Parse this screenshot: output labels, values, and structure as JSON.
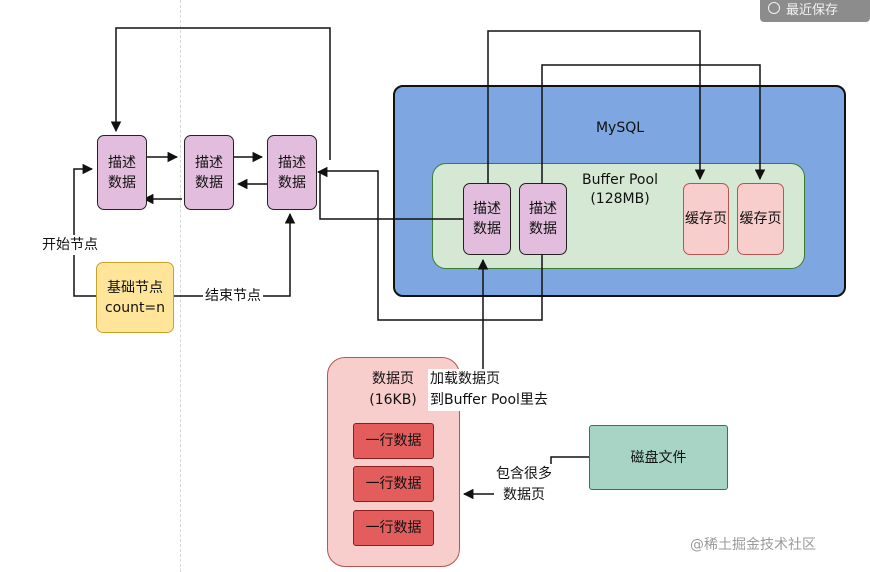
{
  "toolbar": {
    "save_label": "最近保存"
  },
  "list": {
    "node_labels": [
      "描述\n数据",
      "描述\n数据",
      "描述\n数据"
    ],
    "base_node": "基础节点\ncount=n",
    "start_label": "开始节点",
    "end_label": "结束节点"
  },
  "mysql": {
    "title": "MySQL",
    "pool_title": "Buffer Pool\n(128MB)",
    "desc_blocks": [
      "描述\n数据",
      "描述\n数据"
    ],
    "cache_pages": [
      "缓存页",
      "缓存页"
    ]
  },
  "data_page": {
    "title": "数据页\n(16KB)",
    "rows": [
      "一行数据",
      "一行数据",
      "一行数据"
    ]
  },
  "load_label": "加载数据页\n到Buffer Pool里去",
  "disk_file": "磁盘文件",
  "contains_label": "包含很多\n数据页",
  "watermark": "@稀土掘金技术社区"
}
